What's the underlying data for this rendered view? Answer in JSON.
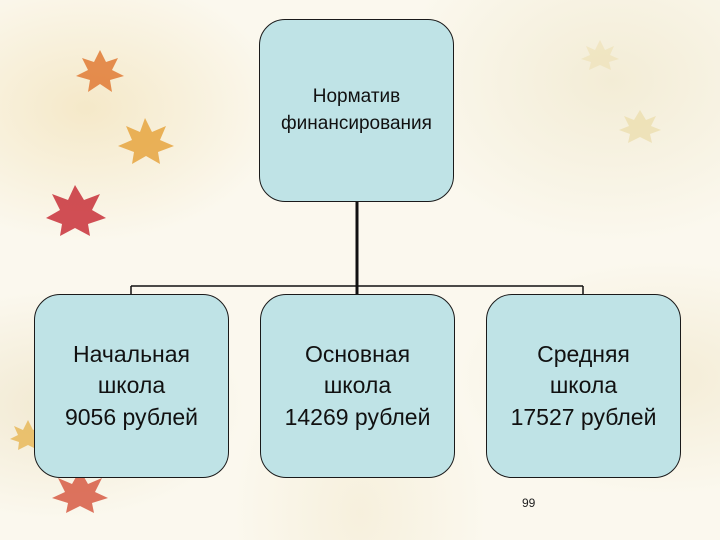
{
  "root": {
    "line1": "Норматив",
    "line2": "финансирования"
  },
  "children": [
    {
      "line1": "Начальная",
      "line2": "школа",
      "line3": "9056 рублей"
    },
    {
      "line1": "Основная",
      "line2": "школа",
      "line3": "14269 рублей"
    },
    {
      "line1": "Средняя",
      "line2": "школа",
      "line3": "17527 рублей"
    }
  ],
  "page_number": "99",
  "colors": {
    "box_fill": "#bfe3e6",
    "outline": "#1a1a1a",
    "background": "#fbf8ee"
  }
}
